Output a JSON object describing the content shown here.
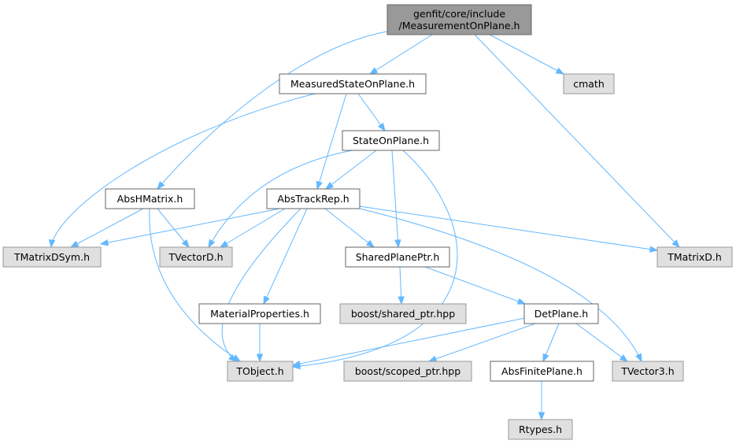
{
  "diagram": {
    "colors": {
      "root_fill": "#999999",
      "doc_fill": "#ffffff",
      "external_fill": "#e0e0e0",
      "edge": "#63b8ff"
    },
    "nodes": {
      "root": {
        "lines": [
          "genfit/core/include",
          "/MeasurementOnPlane.h"
        ],
        "kind": "root"
      },
      "measured_state_on_plane": {
        "lines": [
          "MeasuredStateOnPlane.h"
        ],
        "kind": "doc"
      },
      "cmath": {
        "lines": [
          "cmath"
        ],
        "kind": "ext"
      },
      "state_on_plane": {
        "lines": [
          "StateOnPlane.h"
        ],
        "kind": "doc"
      },
      "abs_h_matrix": {
        "lines": [
          "AbsHMatrix.h"
        ],
        "kind": "doc"
      },
      "abs_track_rep": {
        "lines": [
          "AbsTrackRep.h"
        ],
        "kind": "doc"
      },
      "tmatrix_dsym": {
        "lines": [
          "TMatrixDSym.h"
        ],
        "kind": "ext"
      },
      "tvector_d": {
        "lines": [
          "TVectorD.h"
        ],
        "kind": "ext"
      },
      "shared_plane_ptr": {
        "lines": [
          "SharedPlanePtr.h"
        ],
        "kind": "doc"
      },
      "tmatrix_d": {
        "lines": [
          "TMatrixD.h"
        ],
        "kind": "ext"
      },
      "material_properties": {
        "lines": [
          "MaterialProperties.h"
        ],
        "kind": "doc"
      },
      "boost_shared_ptr": {
        "lines": [
          "boost/shared_ptr.hpp"
        ],
        "kind": "ext"
      },
      "det_plane": {
        "lines": [
          "DetPlane.h"
        ],
        "kind": "doc"
      },
      "tobject": {
        "lines": [
          "TObject.h"
        ],
        "kind": "ext"
      },
      "boost_scoped_ptr": {
        "lines": [
          "boost/scoped_ptr.hpp"
        ],
        "kind": "ext"
      },
      "abs_finite_plane": {
        "lines": [
          "AbsFinitePlane.h"
        ],
        "kind": "doc"
      },
      "tvector3": {
        "lines": [
          "TVector3.h"
        ],
        "kind": "ext"
      },
      "rtypes": {
        "lines": [
          "Rtypes.h"
        ],
        "kind": "ext"
      }
    },
    "edges": [
      [
        "root",
        "measured_state_on_plane"
      ],
      [
        "root",
        "cmath"
      ],
      [
        "root",
        "abs_h_matrix"
      ],
      [
        "root",
        "tmatrix_d"
      ],
      [
        "measured_state_on_plane",
        "state_on_plane"
      ],
      [
        "measured_state_on_plane",
        "abs_track_rep"
      ],
      [
        "measured_state_on_plane",
        "tmatrix_dsym"
      ],
      [
        "state_on_plane",
        "abs_track_rep"
      ],
      [
        "state_on_plane",
        "tvector_d"
      ],
      [
        "state_on_plane",
        "shared_plane_ptr"
      ],
      [
        "state_on_plane",
        "tobject"
      ],
      [
        "abs_h_matrix",
        "tmatrix_dsym"
      ],
      [
        "abs_h_matrix",
        "tvector_d"
      ],
      [
        "abs_h_matrix",
        "tobject"
      ],
      [
        "abs_track_rep",
        "tmatrix_dsym"
      ],
      [
        "abs_track_rep",
        "tvector_d"
      ],
      [
        "abs_track_rep",
        "shared_plane_ptr"
      ],
      [
        "abs_track_rep",
        "tmatrix_d"
      ],
      [
        "abs_track_rep",
        "tvector3"
      ],
      [
        "abs_track_rep",
        "material_properties"
      ],
      [
        "abs_track_rep",
        "tobject"
      ],
      [
        "shared_plane_ptr",
        "boost_shared_ptr"
      ],
      [
        "shared_plane_ptr",
        "det_plane"
      ],
      [
        "material_properties",
        "tobject"
      ],
      [
        "det_plane",
        "tobject"
      ],
      [
        "det_plane",
        "boost_scoped_ptr"
      ],
      [
        "det_plane",
        "abs_finite_plane"
      ],
      [
        "det_plane",
        "tvector3"
      ],
      [
        "abs_finite_plane",
        "rtypes"
      ]
    ]
  }
}
